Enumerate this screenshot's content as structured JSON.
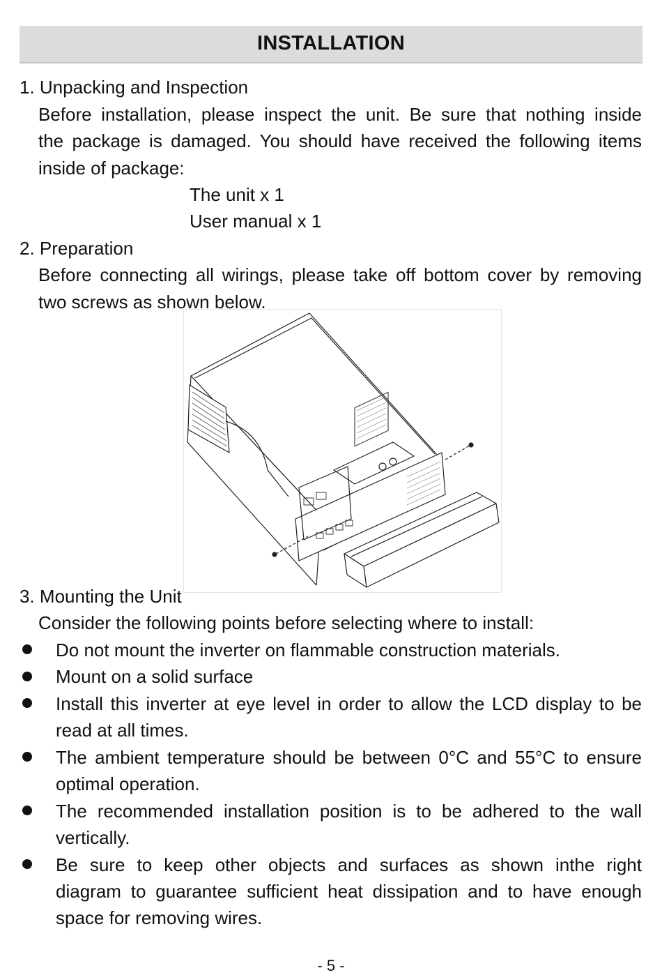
{
  "header": {
    "title": "INSTALLATION"
  },
  "section1": {
    "heading": "1.  Unpacking and Inspection",
    "para_lines": [
      "Before installation, please inspect the unit. Be sure that nothing inside",
      "the package is damaged. You should have received the following items",
      "inside of package:"
    ],
    "items": [
      "The unit x 1",
      "User manual x 1"
    ]
  },
  "section2": {
    "heading": "2.  Preparation",
    "para_lines": [
      "Before connecting all wirings, please take off bottom cover by removing",
      "two screws as shown below."
    ]
  },
  "section3": {
    "heading": "3.  Mounting the Unit",
    "intro": "Consider the following points before selecting where to install:",
    "bullets": [
      {
        "lines": [
          "Do not mount the inverter on flammable construction materials."
        ]
      },
      {
        "lines": [
          "Mount on a solid surface"
        ]
      },
      {
        "lines": [
          "Install this inverter at eye level in order to allow the LCD display to be",
          "read at all times."
        ]
      },
      {
        "lines": [
          "The ambient temperature should be between 0°C and 55°C to ensure",
          "optimal operation."
        ]
      },
      {
        "lines": [
          "The recommended installation position is to be adhered to the wall",
          "vertically."
        ]
      },
      {
        "lines": [
          "Be sure to keep other objects and surfaces as shown inthe right",
          "diagram to guarantee sufficient heat dissipation and to have enough",
          "space for removing wires."
        ]
      }
    ]
  },
  "footer": {
    "page_number": "- 5 -"
  }
}
